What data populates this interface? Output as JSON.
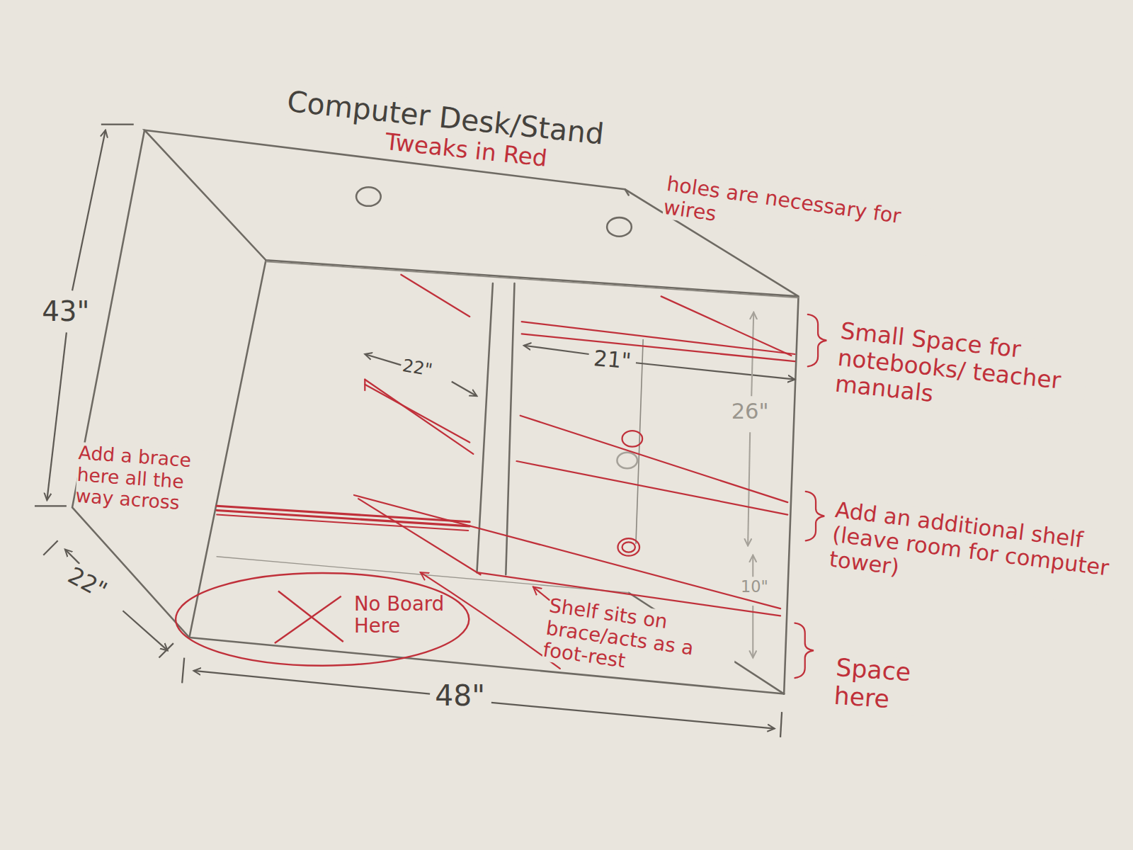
{
  "diagram": {
    "title": "Computer Desk/Stand",
    "nodes": [
      {
        "text": [
          "No Board Here"
        ]
      }
    ],
    "labels": [
      "Tweaks in Red",
      "holes are necessary for wires",
      "43\"",
      "22\"",
      "21\"",
      "Small Space for notebooks/ teacher manuals",
      "26\"",
      "Add a brace here all the way across",
      "Add an additional shelf (leave room for computer tower)",
      "10\"",
      "22\"",
      "Shelf sits on brace/acts as a foot-rest",
      "Space here",
      "48\""
    ]
  }
}
